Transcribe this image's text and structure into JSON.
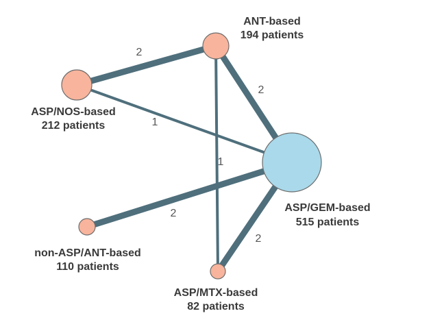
{
  "colors": {
    "edge": "#4f6f7c",
    "node_small_fill": "#f8b49c",
    "node_large_fill": "#a9d9ea",
    "node_stroke": "#6d6d6d"
  },
  "nodes": [
    {
      "id": "ant",
      "name": "ANT-based",
      "patients": "194 patients"
    },
    {
      "id": "aspnos",
      "name": "ASP/NOS-based",
      "patients": "212 patients"
    },
    {
      "id": "aspgem",
      "name": "ASP/GEM-based",
      "patients": "515 patients"
    },
    {
      "id": "nonasp",
      "name": "non-ASP/ANT-based",
      "patients": "110 patients"
    },
    {
      "id": "aspmtx",
      "name": "ASP/MTX-based",
      "patients": "82 patients"
    }
  ],
  "edges": [
    {
      "from": "aspnos",
      "to": "ant",
      "count": "2"
    },
    {
      "from": "ant",
      "to": "aspgem",
      "count": "2"
    },
    {
      "from": "aspnos",
      "to": "aspgem",
      "count": "1"
    },
    {
      "from": "ant",
      "to": "aspmtx",
      "count": "1"
    },
    {
      "from": "nonasp",
      "to": "aspgem",
      "count": "2"
    },
    {
      "from": "aspmtx",
      "to": "aspgem",
      "count": "2"
    }
  ]
}
